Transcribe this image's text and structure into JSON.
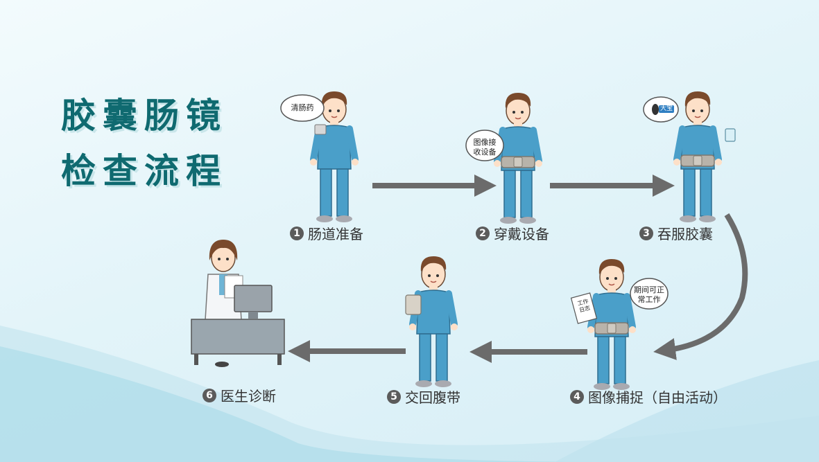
{
  "title": {
    "line1": "胶囊肠镜",
    "line2": "检查流程"
  },
  "steps": [
    {
      "num": "1",
      "label": "肠道准备",
      "bubble": "清肠药"
    },
    {
      "num": "2",
      "label": "穿戴设备",
      "bubble_l1": "图像接",
      "bubble_l2": "收设备"
    },
    {
      "num": "3",
      "label": "吞服胶囊",
      "bubble": "大宝"
    },
    {
      "num": "4",
      "label": "图像捕捉（自由活动）",
      "bubble_l1": "期间可正",
      "bubble_l2": "常工作",
      "paper": "工作日志"
    },
    {
      "num": "5",
      "label": "交回腹带"
    },
    {
      "num": "6",
      "label": "医生诊断"
    }
  ],
  "colors": {
    "title": "#0f6a70",
    "arrow": "#6b6b6b",
    "scrubs": "#4a9fc9",
    "belt": "#b8b3aa"
  }
}
